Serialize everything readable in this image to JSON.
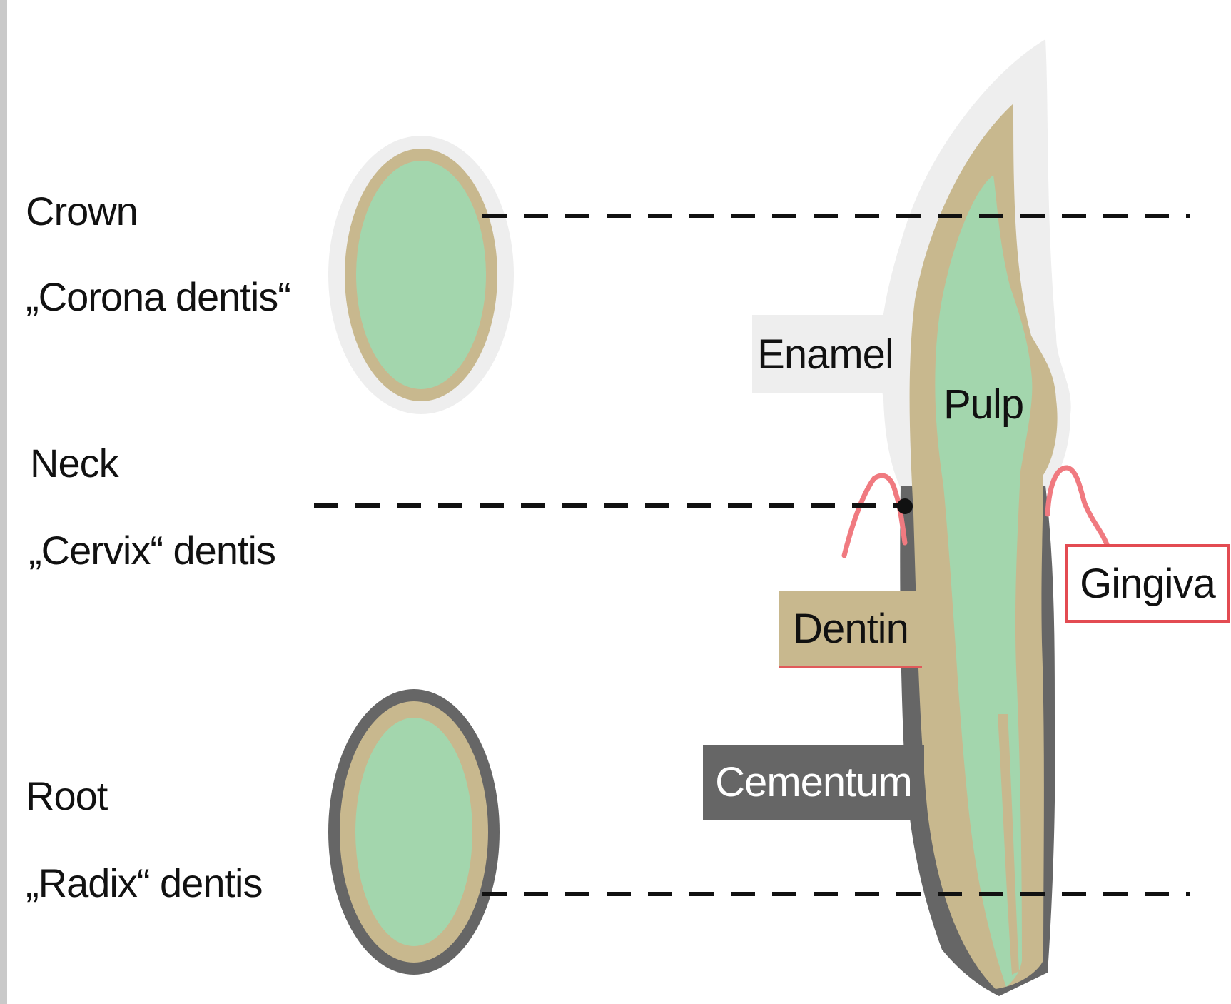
{
  "labels": {
    "crown": "Crown",
    "crown_latin": "„Corona dentis“",
    "neck": "Neck",
    "neck_latin": "„Cervix“ dentis",
    "root": "Root",
    "root_latin": "„Radix“ dentis"
  },
  "parts": {
    "enamel": "Enamel",
    "pulp": "Pulp",
    "dentin": "Dentin",
    "cementum": "Cementum",
    "gingiva": "Gingiva"
  },
  "colors": {
    "enamel": "#eeeeee",
    "dentin": "#c8b88e",
    "pulp": "#a3d6ad",
    "cementum": "#666666",
    "gingiva": "#f07a80",
    "dashed_line": "#111111"
  }
}
